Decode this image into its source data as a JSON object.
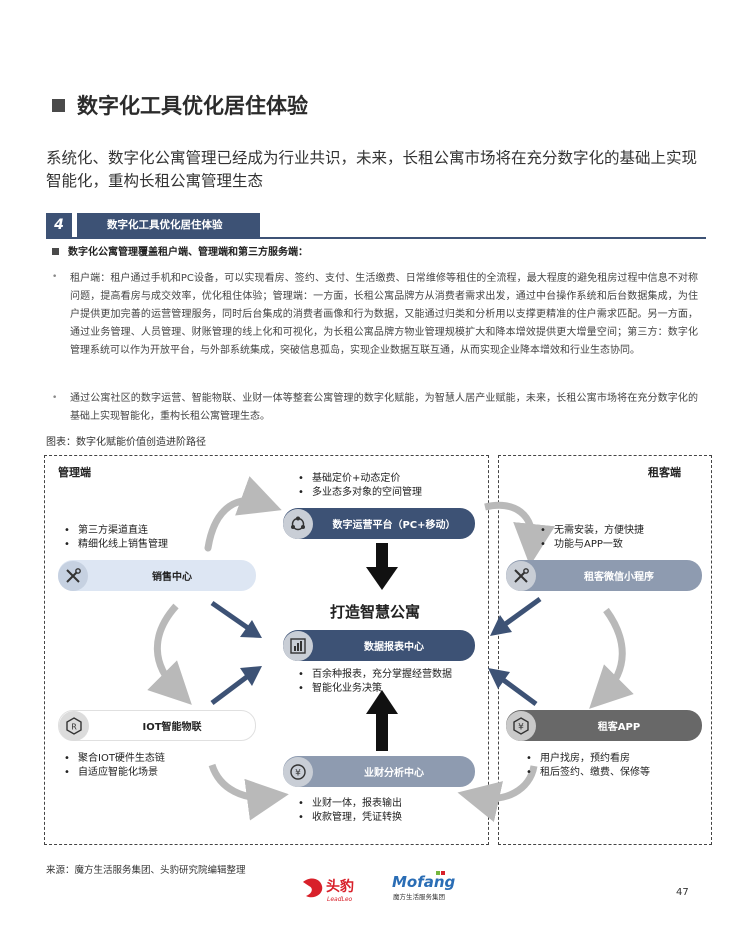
{
  "header": {
    "title": "数字化工具优化居住体验",
    "intro": "系统化、数字化公寓管理已经成为行业共识，未来，长租公寓市场将在充分数字化的基础上实现智能化，重构长租公寓管理生态"
  },
  "section": {
    "number": "4",
    "label": "数字化工具优化居住体验",
    "subheading": "数字化公寓管理覆盖租户端、管理端和第三方服务端：",
    "bullet_dot": "•",
    "paragraph1": "租户端：租户通过手机和PC设备，可以实现看房、签约、支付、生活缴费、日常维修等租住的全流程，最大程度的避免租房过程中信息不对称问题，提高看房与成交效率，优化租住体验；管理端：一方面，长租公寓品牌方从消费者需求出发，通过中台操作系统和后台数据集成，为住户提供更加完善的运营管理服务，同时后台集成的消费者画像和行为数据，又能通过归类和分析用以支撑更精准的住户需求匹配。另一方面，通过业务管理、人员管理、财账管理的线上化和可视化，为长租公寓品牌方物业管理规模扩大和降本增效提供更大增量空间；第三方：数字化管理系统可以作为开放平台，与外部系统集成，突破信息孤岛，实现企业数据互联互通，从而实现企业降本增效和行业生态协同。",
    "paragraph2": "通过公寓社区的数字运营、智能物联、业财一体等整套公寓管理的数字化赋能，为智慧人居产业赋能，未来，长租公寓市场将在充分数字化的基础上实现智能化，重构长租公寓管理生态。"
  },
  "figure": {
    "caption": "图表：数字化赋能价值创造进阶路径",
    "zone_management": "管理端",
    "zone_tenant": "租客端",
    "hub_title": "打造智慧公寓",
    "bullet": "•",
    "nodes": {
      "digital_ops": "数字运营平台（PC+移动）",
      "data_report": "数据报表中心",
      "finance": "业财分析中心",
      "sales": "销售中心",
      "iot": "IOT智能物联",
      "mini_program": "租客微信小程序",
      "tenant_app": "租客APP"
    },
    "bullets": {
      "top": [
        "基础定价+动态定价",
        "多业态多对象的空间管理"
      ],
      "sales": [
        "第三方渠道直连",
        "精细化线上销售管理"
      ],
      "report": [
        "百余种报表，充分掌握经营数据",
        "智能化业务决策"
      ],
      "iot": [
        "聚合IOT硬件生态链",
        "自适应智能化场景"
      ],
      "finance": [
        "业财一体，报表输出",
        "收款管理，凭证转换"
      ],
      "mini_program": [
        "无需安装，方便快捷",
        "功能与APP一致"
      ],
      "tenant_app": [
        "用户找房，预约看房",
        "租后签约、缴费、保修等"
      ]
    },
    "icon_letters": {
      "iot": "R",
      "tenant_app": "¥",
      "finance": "¥"
    }
  },
  "footer": {
    "source": "来源：魔方生活服务集团、头豹研究院编辑整理",
    "page_number": "47",
    "logo_leadleo_cn": "头豹",
    "logo_leadleo_en": "LeadLeo",
    "logo_mofang": "Mofang",
    "logo_mofang_sub": "魔方生活服务集团"
  },
  "colors": {
    "navy": "#3d5275",
    "light_blue": "#dde6f3",
    "gray_blue": "#8e9bb0",
    "dark_gray": "#686868",
    "arrow_gray": "#b9b9b9",
    "leadleo_red": "#d8202a",
    "mofang_blue": "#2a6db5",
    "mofang_green": "#74b73d"
  }
}
